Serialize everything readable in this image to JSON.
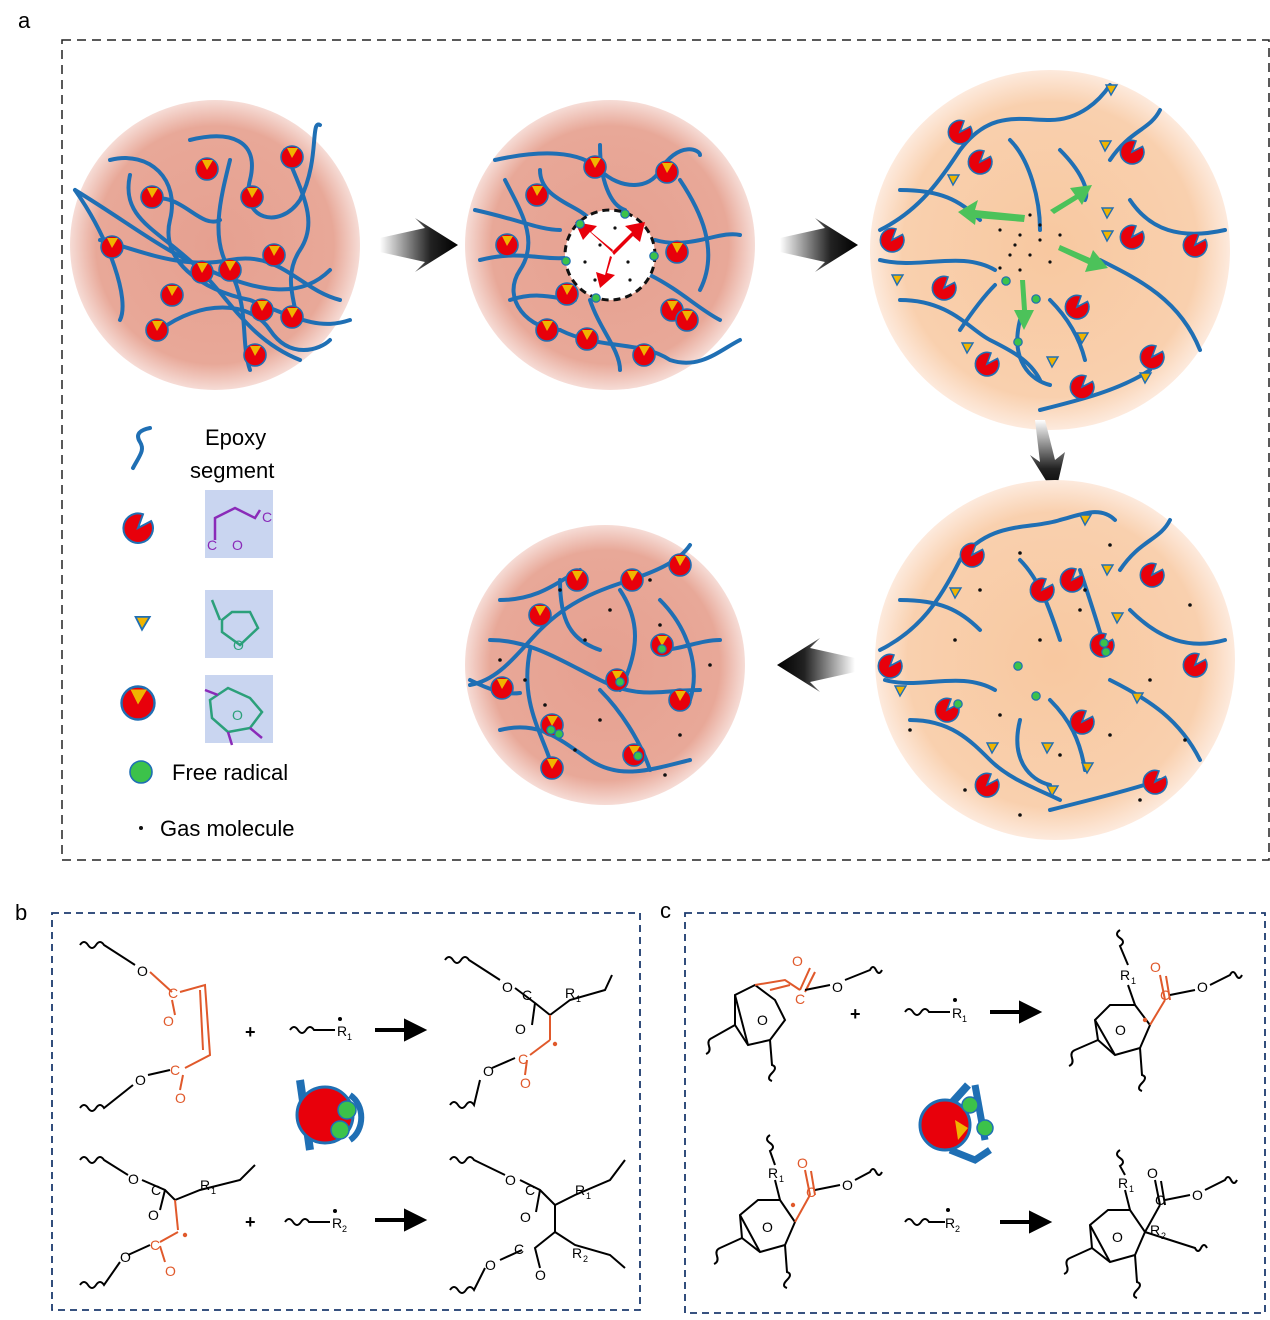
{
  "panels": {
    "a": "a",
    "b": "b",
    "c": "c"
  },
  "legend": {
    "epoxy_line1": "Epoxy",
    "epoxy_line2": "segment",
    "free_radical": "Free radical",
    "gas_molecule": "Gas molecule"
  },
  "chem": {
    "O": "O",
    "C": "C",
    "R": "R",
    "sub1": "1",
    "sub2": "2",
    "plus": "+"
  },
  "colors": {
    "chain": "#1f6fb4",
    "pacman": "#e8000b",
    "triangle": "#f0b400",
    "radical": "#3cc24a",
    "sphere_pink": "#e9a89b",
    "sphere_orange": "#f8cba6",
    "reactive": "#e0592b",
    "legend_box": "#c9d5f0",
    "dash_blue": "#1c3a6e"
  }
}
